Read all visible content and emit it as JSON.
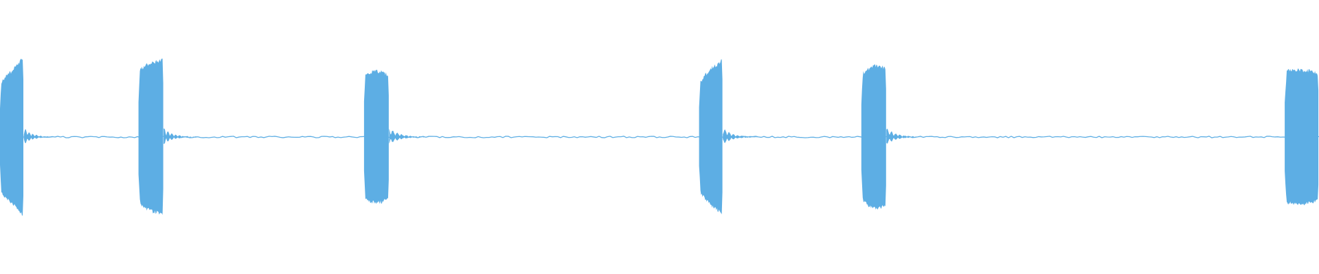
{
  "waveform": {
    "color": "#5daee4",
    "background": "#ffffff",
    "bursts": [
      {
        "start": 0.0,
        "end": 0.018,
        "amplitude": [
          0.68,
          0.78,
          0.83,
          0.93,
          1.0
        ],
        "tail": 0.025
      },
      {
        "start": 0.105,
        "end": 0.124,
        "amplitude": [
          0.83,
          0.9,
          0.94,
          0.96,
          0.98
        ],
        "tail": 0.026
      },
      {
        "start": 0.276,
        "end": 0.295,
        "amplitude": [
          0.8,
          0.82,
          0.84,
          0.82,
          0.78
        ],
        "tail": 0.03
      },
      {
        "start": 0.53,
        "end": 0.548,
        "amplitude": [
          0.68,
          0.78,
          0.87,
          0.92,
          0.98
        ],
        "tail": 0.028
      },
      {
        "start": 0.653,
        "end": 0.672,
        "amplitude": [
          0.79,
          0.86,
          0.9,
          0.9,
          0.86
        ],
        "tail": 0.029
      },
      {
        "start": 0.974,
        "end": 1.0,
        "amplitude": [
          0.83,
          0.85,
          0.84,
          0.84,
          0.8
        ],
        "tail": 0.0
      }
    ],
    "baseline_noise": 0.01
  }
}
